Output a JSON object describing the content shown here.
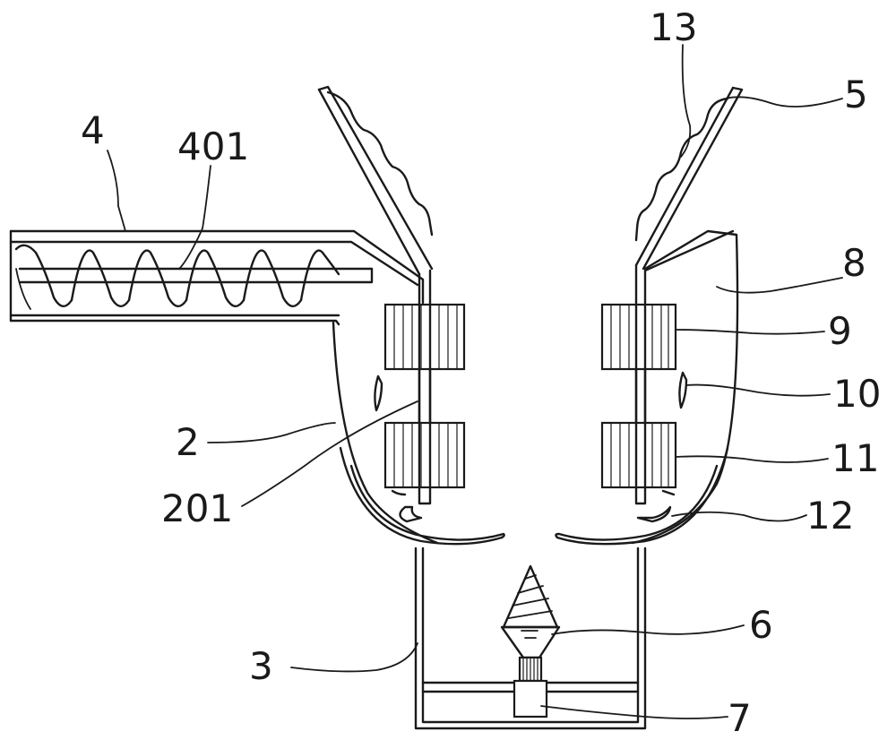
{
  "labels": {
    "l4": "4",
    "l401": "401",
    "l13": "13",
    "l5": "5",
    "l8": "8",
    "l9": "9",
    "l10": "10",
    "l11": "11",
    "l12": "12",
    "l2": "2",
    "l201": "201",
    "l6": "6",
    "l3": "3",
    "l7": "7"
  }
}
